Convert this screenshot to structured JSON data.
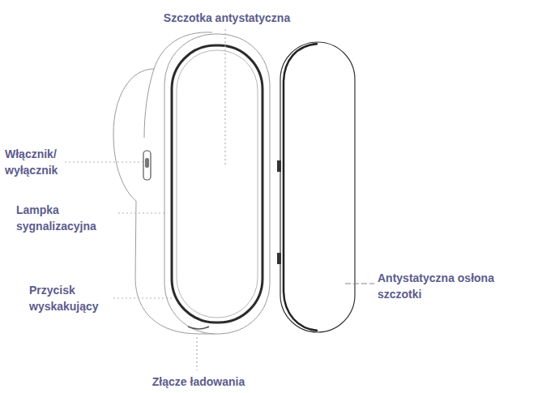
{
  "diagram": {
    "labels": [
      "Szczotka antystatyczna",
      "Włącznik/ wyłącznik",
      "Lampka sygnalizacyjna",
      "Przycisk wyskakujący",
      "Antystatyczna osłona szczotki",
      "Złącze ładowania"
    ]
  }
}
